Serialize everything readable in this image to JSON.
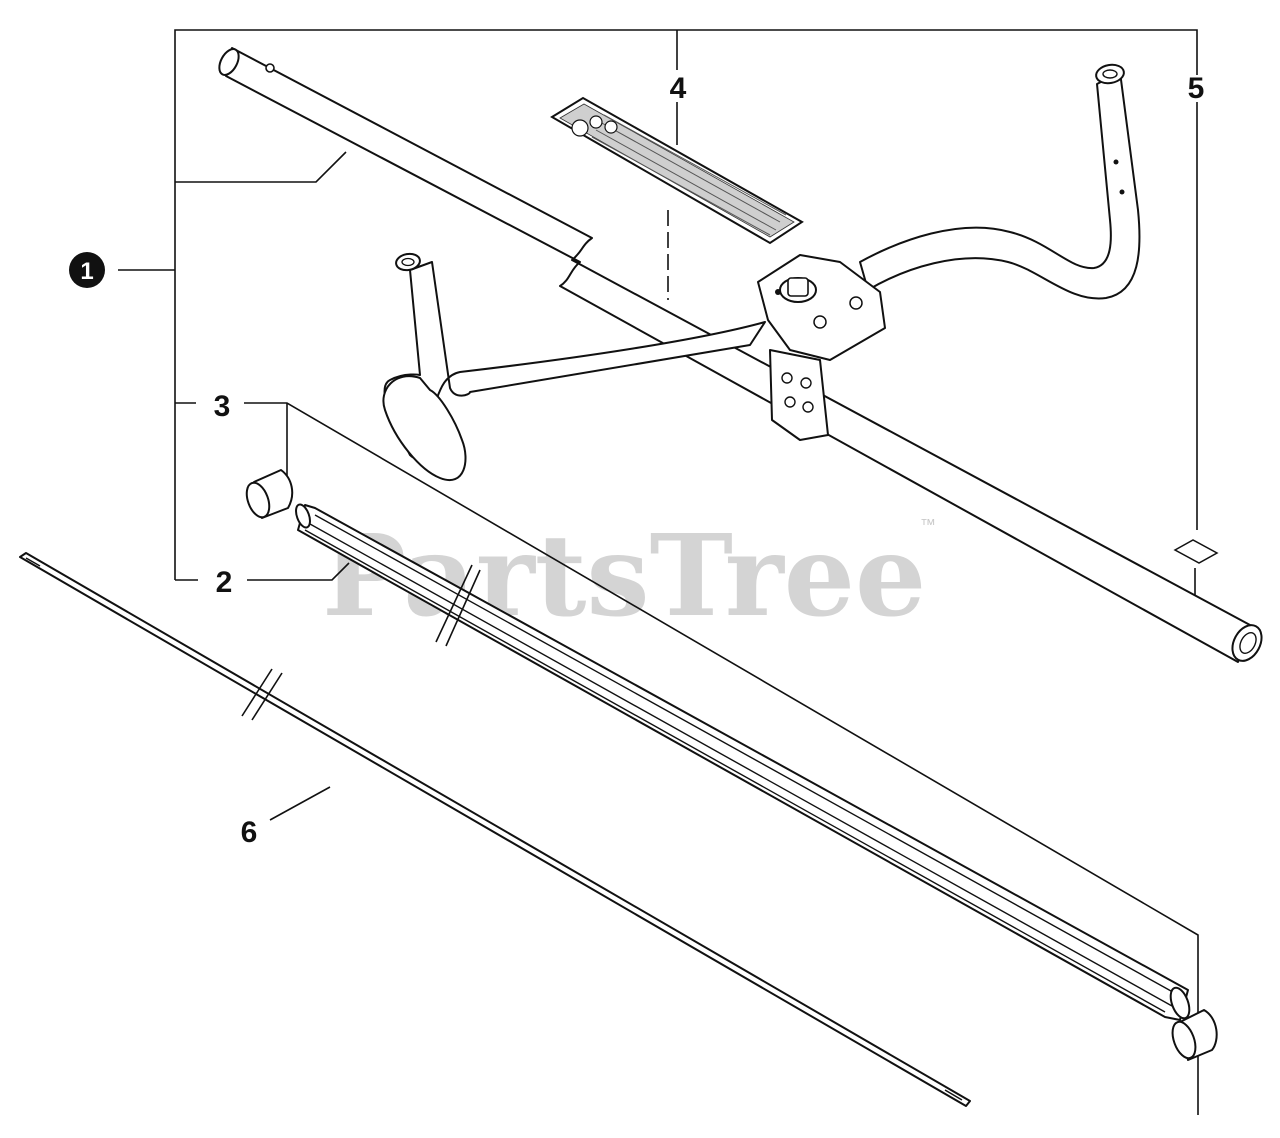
{
  "diagram": {
    "callouts": [
      {
        "id": "1",
        "style": "filled-circle"
      },
      {
        "id": "2",
        "style": "plain"
      },
      {
        "id": "3",
        "style": "plain"
      },
      {
        "id": "4",
        "style": "plain"
      },
      {
        "id": "5",
        "style": "plain"
      },
      {
        "id": "6",
        "style": "plain"
      }
    ],
    "watermark": {
      "text": "PartsTree",
      "trademark": "™"
    }
  }
}
